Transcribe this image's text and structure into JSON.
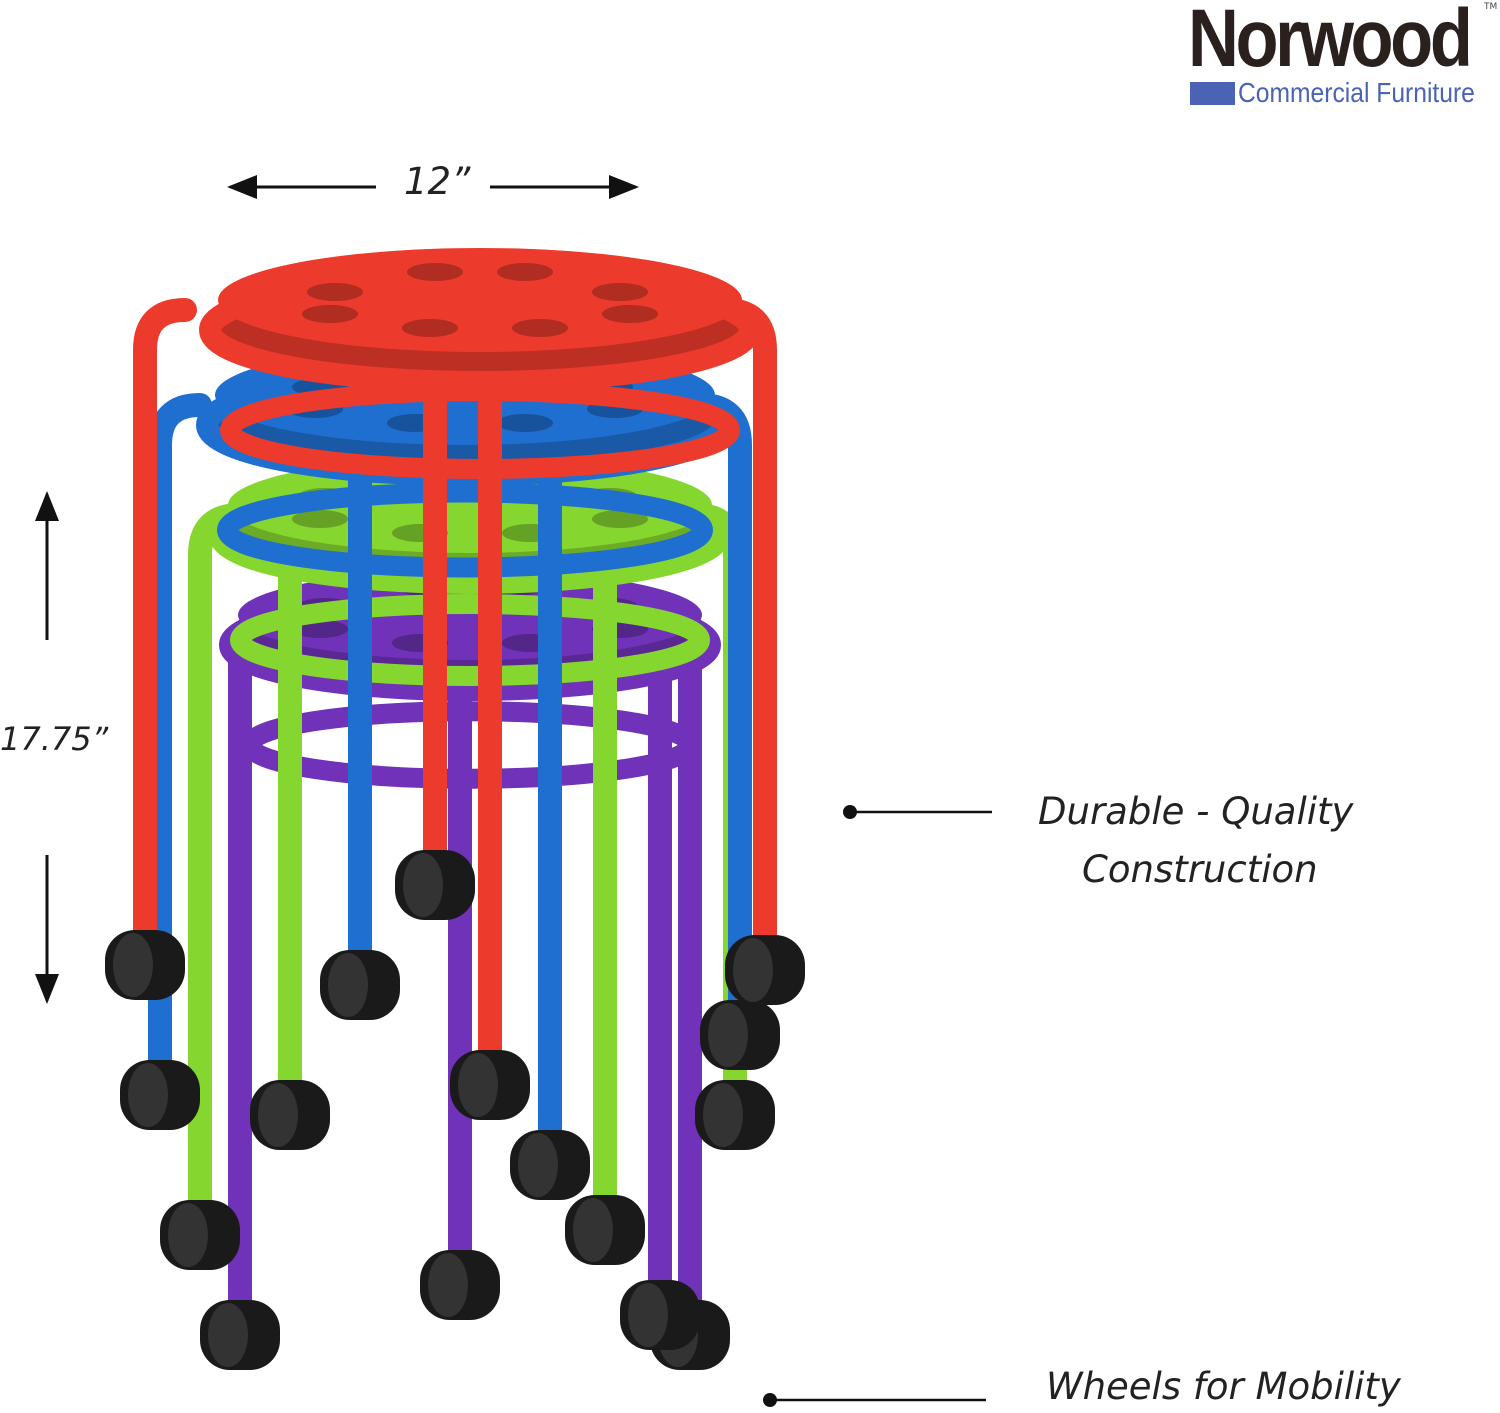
{
  "brand": {
    "name": "Norwood",
    "trademark": "TM",
    "tagline": "Commercial Furniture",
    "accent_color": "#4a63b4"
  },
  "dimensions": {
    "width_label": "12”",
    "height_label": "17.75”"
  },
  "callouts": [
    {
      "line1": "Durable - Quality",
      "line2": "Construction"
    },
    {
      "line1": "Wheels for Mobility"
    }
  ],
  "stools": [
    {
      "color": "#ec3b2c"
    },
    {
      "color": "#1f6fd0"
    },
    {
      "color": "#86d630"
    },
    {
      "color": "#6f32b8"
    }
  ]
}
